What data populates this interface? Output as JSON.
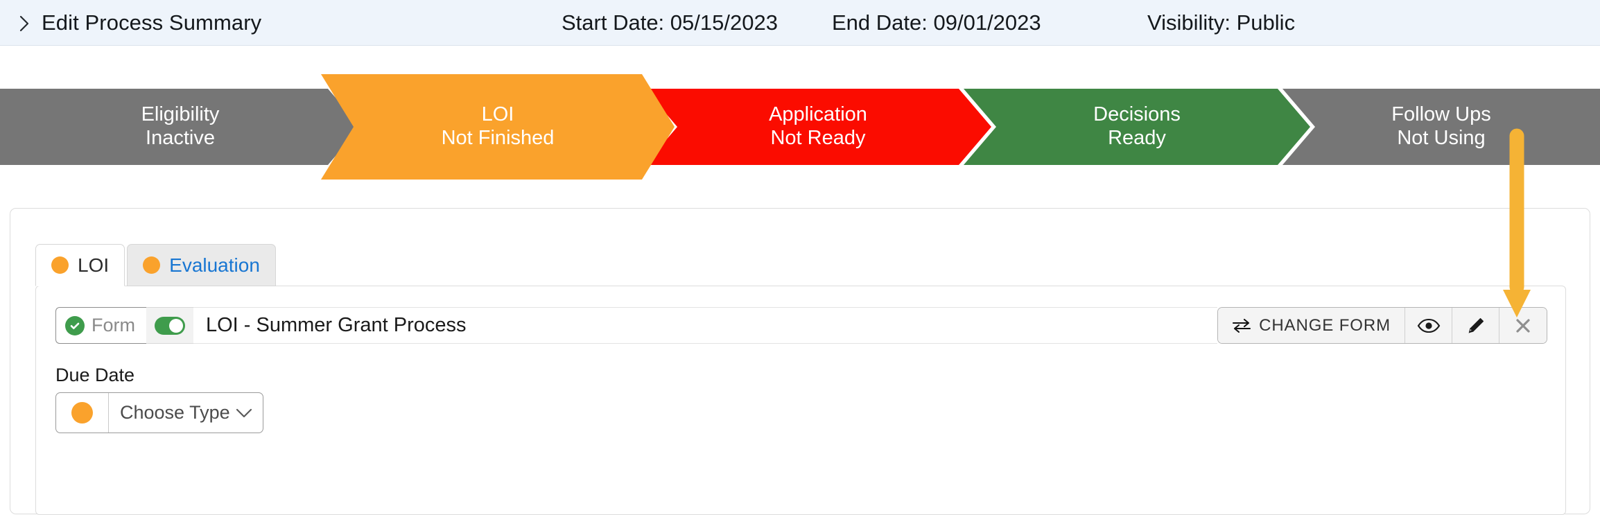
{
  "header": {
    "expand_icon": "chevron-right-icon",
    "title": "Edit Process Summary",
    "start_date": "Start Date: 05/15/2023",
    "end_date": "End Date: 09/01/2023",
    "visibility": "Visibility: Public"
  },
  "stages": [
    {
      "name": "Eligibility",
      "status": "Inactive",
      "color": "#767676",
      "active": false
    },
    {
      "name": "LOI",
      "status": "Not Finished",
      "color": "#faa22c",
      "active": true
    },
    {
      "name": "Application",
      "status": "Not Ready",
      "color": "#fb0c00",
      "active": false
    },
    {
      "name": "Decisions",
      "status": "Ready",
      "color": "#3f8644",
      "active": false
    },
    {
      "name": "Follow Ups",
      "status": "Not Using",
      "color": "#767676",
      "active": false
    }
  ],
  "tabs": [
    {
      "label": "LOI",
      "dot_color": "#faa22c",
      "active": true
    },
    {
      "label": "Evaluation",
      "dot_color": "#faa22c",
      "active": false
    }
  ],
  "form_row": {
    "chip_label": "Form",
    "chip_icon": "check-circle-icon",
    "toggle_on": true,
    "form_name": "LOI - Summer Grant Process",
    "actions": [
      {
        "label": "CHANGE FORM",
        "icon": "swap-arrows-icon"
      },
      {
        "label": "",
        "icon": "eye-icon"
      },
      {
        "label": "",
        "icon": "pencil-icon"
      },
      {
        "label": "",
        "icon": "close-x-icon"
      }
    ]
  },
  "due_date": {
    "label": "Due Date",
    "dot_color": "#faa22c",
    "selected": "Choose Type",
    "caret_icon": "chevron-down-icon"
  },
  "annotation": {
    "arrow_color": "#f5b335",
    "points_at": "close-x-icon"
  }
}
